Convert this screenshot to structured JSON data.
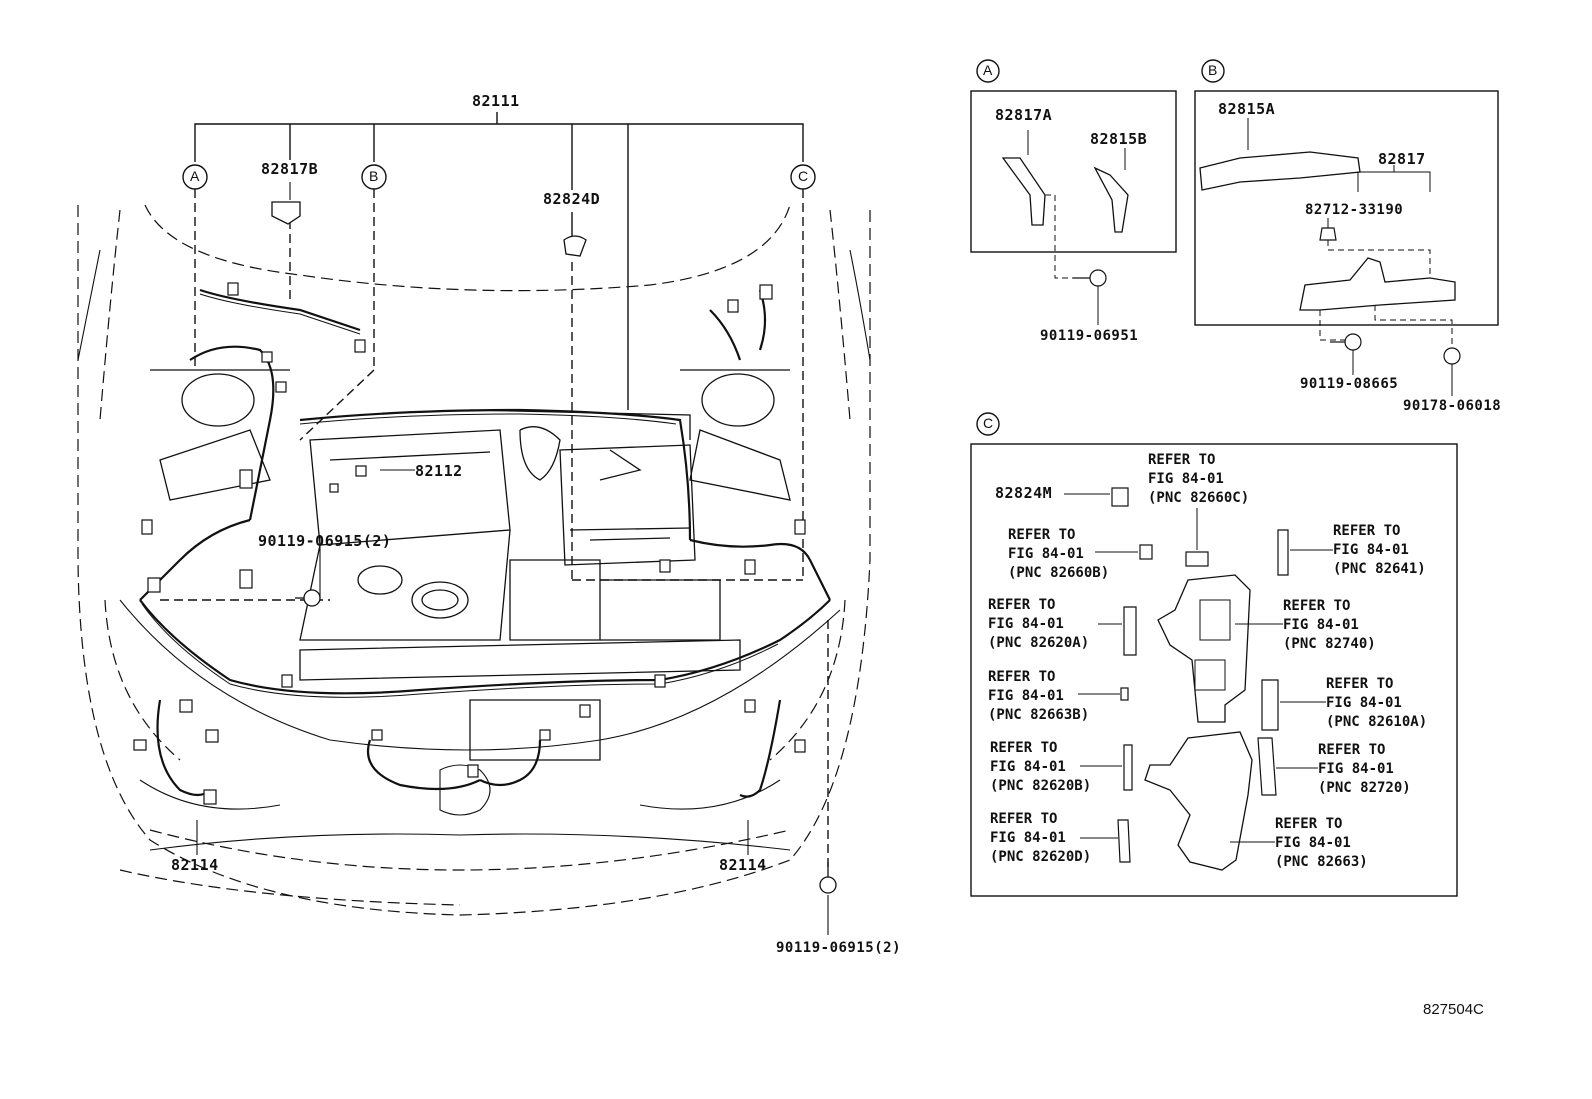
{
  "labels": {
    "harness_main": "82111",
    "bracket_82817b": "82817B",
    "clamp_82824d": "82824D",
    "sub_harness": "82112",
    "bolt_main": "90119-06915(2)",
    "harness_left": "82114",
    "harness_right": "82114",
    "bolt_front": "90119-06915(2)"
  },
  "callouts": {
    "a": "A",
    "b": "B",
    "c": "C"
  },
  "detail_a": {
    "letter": "A",
    "part1": "82817A",
    "part2": "82815B",
    "bolt": "90119-06951"
  },
  "detail_b": {
    "letter": "B",
    "part1": "82815A",
    "part2": "82817",
    "part3": "82712-33190",
    "bolt": "90119-08665",
    "clip": "90178-06018"
  },
  "detail_c": {
    "letter": "C",
    "part1": "82824M",
    "refs": [
      "REFER TO\nFIG 84-01\n(PNC 82660C)",
      "REFER TO\nFIG 84-01\n(PNC 82660B)",
      "REFER TO\nFIG 84-01\n(PNC 82641)",
      "REFER TO\nFIG 84-01\n(PNC 82620A)",
      "REFER TO\nFIG 84-01\n(PNC 82740)",
      "REFER TO\nFIG 84-01\n(PNC 82663B)",
      "REFER TO\nFIG 84-01\n(PNC 82610A)",
      "REFER TO\nFIG 84-01\n(PNC 82620B)",
      "REFER TO\nFIG 84-01\n(PNC 82720)",
      "REFER TO\nFIG 84-01\n(PNC 82620D)",
      "REFER TO\nFIG 84-01\n(PNC 82663)"
    ]
  },
  "diagram_code": "827504C"
}
